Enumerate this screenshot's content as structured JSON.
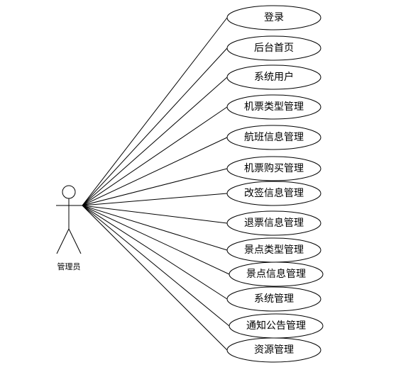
{
  "actor": {
    "label": "管理员"
  },
  "use_cases": [
    {
      "label": "登录"
    },
    {
      "label": "后台首页"
    },
    {
      "label": "系统用户"
    },
    {
      "label": "机票类型管理"
    },
    {
      "label": "航班信息管理"
    },
    {
      "label": "机票购买管理"
    },
    {
      "label": "改签信息管理"
    },
    {
      "label": "退票信息管理"
    },
    {
      "label": "景点类型管理"
    },
    {
      "label": "景点信息管理"
    },
    {
      "label": "系统管理"
    },
    {
      "label": "通知公告管理"
    },
    {
      "label": "资源管理"
    }
  ]
}
